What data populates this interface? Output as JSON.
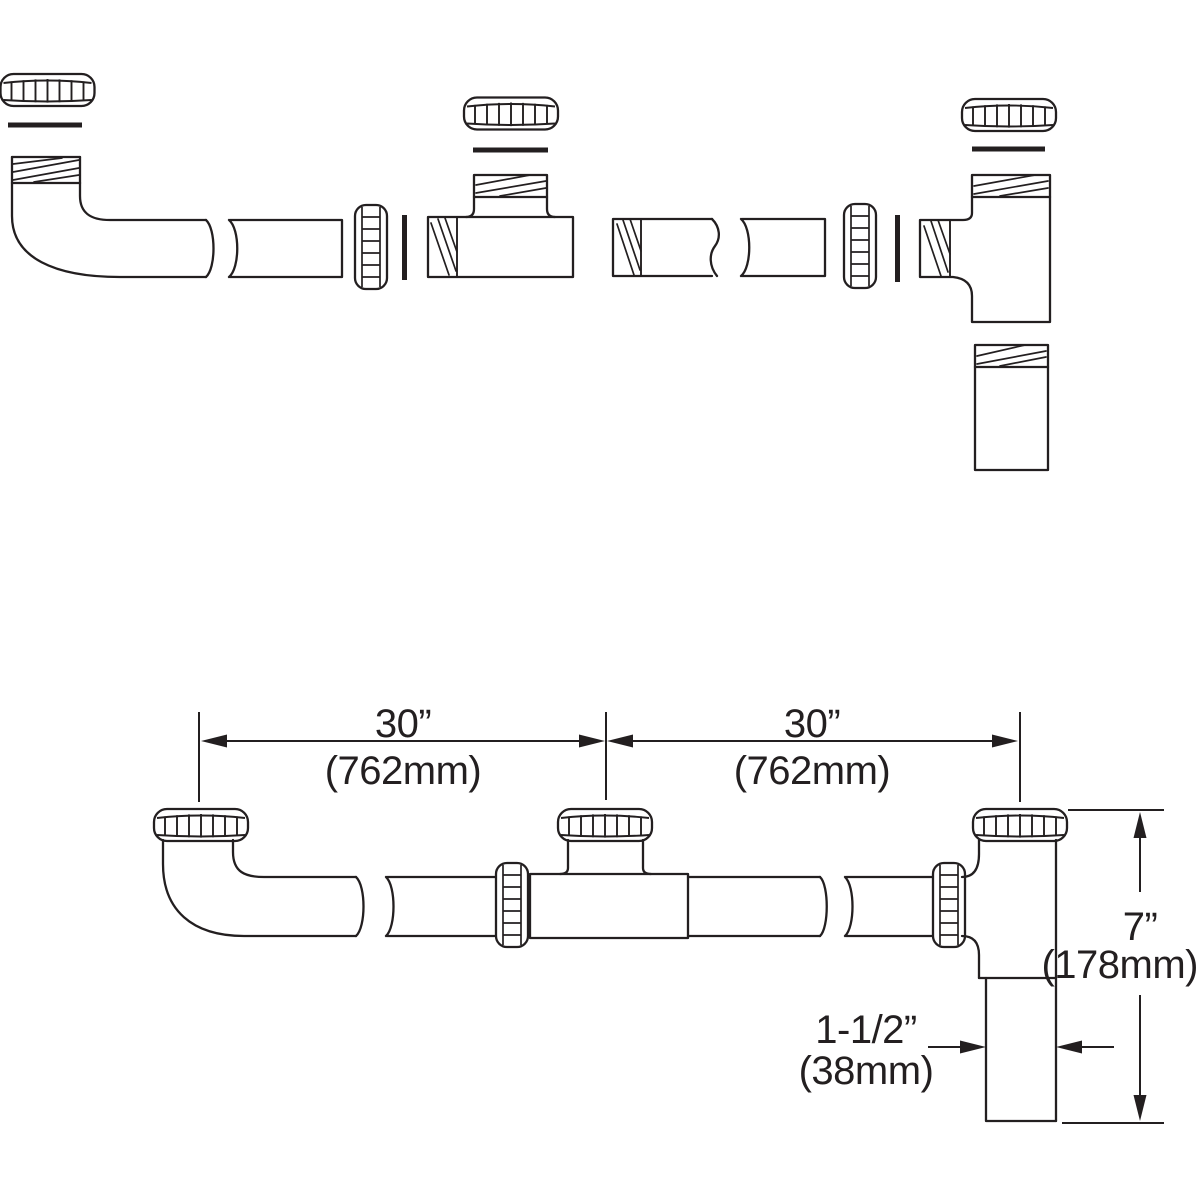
{
  "page": {
    "background": "#ffffff",
    "ink": "#231f20"
  },
  "diagram": {
    "kind": "plumbing-drain-kit-technical-drawing",
    "views": {
      "top": "exploded parts view",
      "bottom": "assembled view with dimensions"
    },
    "parts": [
      "slip nut",
      "washer",
      "90-degree elbow with threaded inlet",
      "waste pipe segment",
      "center tee with threaded branch",
      "end outlet tee with threaded top",
      "tailpiece"
    ]
  },
  "dimensions": {
    "span_left": {
      "value": "30”",
      "metric": "(762mm)"
    },
    "span_right": {
      "value": "30”",
      "metric": "(762mm)"
    },
    "height": {
      "value": "7”",
      "metric": "(178mm)"
    },
    "outlet_diameter": {
      "value": "1-1/2”",
      "metric": "(38mm)"
    }
  }
}
